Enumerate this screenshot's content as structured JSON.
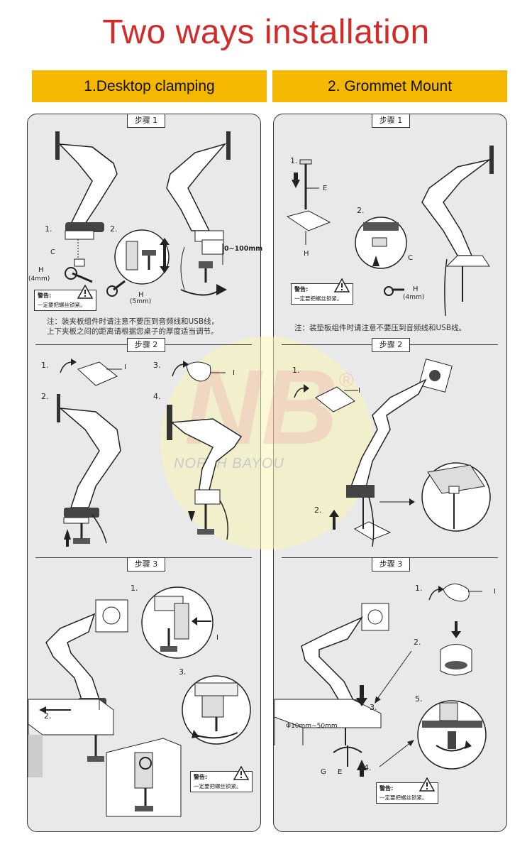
{
  "title": "Two ways installation",
  "tabs": {
    "left": "1.Desktop clamping",
    "right": "2. Grommet Mount"
  },
  "steps": {
    "step1": "步骤 1",
    "step2": "步骤 2",
    "step3": "步骤 3"
  },
  "left": {
    "s1": {
      "n1": "1.",
      "n2": "2.",
      "c": "C",
      "h4": "H",
      "h4mm": "(4mm)",
      "h5": "H",
      "h5mm": "(5mm)",
      "range": "0~100mm",
      "note_line1": "注：装夹板组件时请注意不要压到音频线和USB线，",
      "note_line2": "上下夹板之间的距离请根据您桌子的厚度适当调节。"
    },
    "s2": {
      "n1": "1.",
      "n2": "2.",
      "n3": "3.",
      "n4": "4.",
      "i1": "I",
      "i3": "I"
    },
    "s3": {
      "n1": "1.",
      "n2": "2.",
      "n3": "3.",
      "i": "I"
    }
  },
  "right": {
    "s1": {
      "n1": "1.",
      "n2": "2.",
      "e": "E",
      "h": "H",
      "c": "C",
      "h2": "H",
      "h4mm": "(4mm)",
      "note": "注：装垫板组件时请注意不要压到音频线和USB线。"
    },
    "s2": {
      "n1": "1.",
      "n2": "2.",
      "i": "I"
    },
    "s3": {
      "n1": "1.",
      "n2": "2.",
      "n3": "3.",
      "n4": "4.",
      "n5": "5.",
      "i": "I",
      "phi": "Φ10mm~50mm",
      "g": "G",
      "e": "E"
    }
  },
  "warning": {
    "title": "警告:",
    "body": "一定要把螺丝锁紧。"
  },
  "watermark": {
    "brand": "NORTH BAYOU",
    "logo": "NB",
    "registered": "®"
  },
  "colors": {
    "title": "#d42a2a",
    "tab": "#f5b800",
    "panel": "#e9e9e9"
  }
}
